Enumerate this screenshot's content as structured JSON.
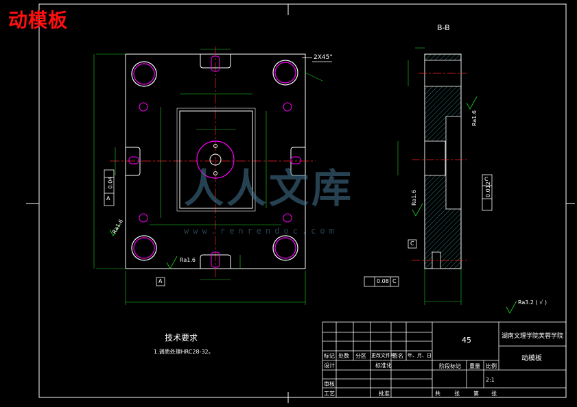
{
  "drawing": {
    "corner_title": "动模板",
    "section_label": "B-B",
    "chamfer_note": "2X45°",
    "tech_requirements_title": "技术要求",
    "tech_requirement_1": "1.调质处理HRC28-32。",
    "watermark_text": "人人文库",
    "watermark_url": "www.renrendoc.com",
    "surface_roughness_note": "Ra3.2 ( √ )",
    "tolerance_flatness": "0.04",
    "tolerance_flatness_datum": "A",
    "tolerance_parallel": "0.012",
    "tolerance_parallel_datum": "C",
    "tolerance_perp": "0.08",
    "tolerance_perp_datum": "C",
    "datum_a": "A",
    "datum_c": "C",
    "roughness_left": "Ra1.6",
    "roughness_bottom": "Ra1.6",
    "roughness_right_top": "Ra1.6",
    "roughness_right_mid": "Ra1.6"
  },
  "title_block": {
    "material": "45",
    "school": "湖南文理学院芙蓉学院",
    "part_name": "动模板",
    "scale_label": "比例",
    "scale_value": "2:1",
    "weight_label": "重量",
    "stage_label": "阶段标记",
    "rows": {
      "mark": "标记",
      "count": "处数",
      "zone": "分区",
      "change_doc": "更改文件号",
      "sign": "签名",
      "date": "年、月、日",
      "design": "设计",
      "standard": "标准化",
      "review": "审核",
      "process": "工艺",
      "approve": "批准"
    },
    "sheet_total": "共",
    "sheet_unit": "张",
    "sheet_no": "第",
    "sheet_unit2": "张"
  }
}
